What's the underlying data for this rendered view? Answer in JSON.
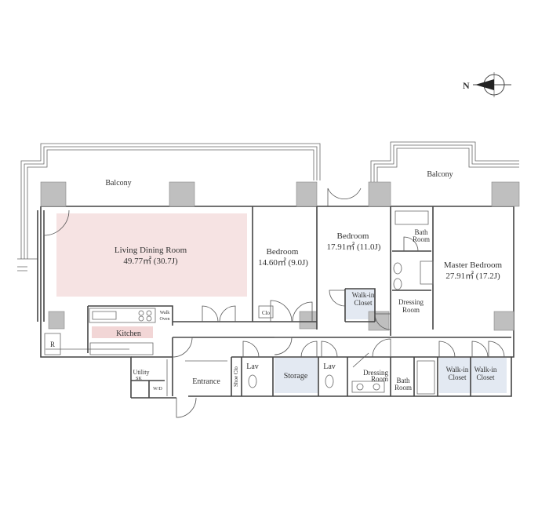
{
  "compass": {
    "letter": "N"
  },
  "colors": {
    "living_fill": "#f6e3e3",
    "kitchen_fill": "#f2d6d6",
    "closet_fill": "#e3e9f2",
    "column_fill": "#bfbfbf"
  },
  "rooms": {
    "balcony_left": "Balcony",
    "balcony_right": "Balcony",
    "living_name": "Living Dining Room",
    "living_area": "49.77㎡ (30.7J)",
    "bedroom1_name": "Bedroom",
    "bedroom1_area": "14.60㎡ (9.0J)",
    "bedroom2_name": "Bedroom",
    "bedroom2_area": "17.91㎡ (11.0J)",
    "master_name": "Master Bedroom",
    "master_area": "27.91㎡ (17.2J)",
    "bath_top_1": "Bath",
    "bath_top_2": "Room",
    "walkin_center_1": "Walk-in",
    "walkin_center_2": "Closet",
    "dressing_top_1": "Dressing",
    "dressing_top_2": "Room",
    "clo": "Clo",
    "walk_oven_1": "Walk",
    "walk_oven_2": "Oven",
    "kitchen": "Kitchen",
    "refrigerator": "R",
    "utility": "Utility",
    "sk": "SK",
    "wd": "W/D",
    "entrance": "Entrance",
    "shoe_clo": "Shoe Clo",
    "lav_left": "Lav",
    "storage": "Storage",
    "lav_right": "Lav",
    "dressing_bottom_1": "Dressing",
    "dressing_bottom_2": "Room",
    "bath_bottom_1": "Bath",
    "bath_bottom_2": "Room",
    "walkin_1a": "Walk-in",
    "walkin_1b": "Closet",
    "walkin_2a": "Walk-in",
    "walkin_2b": "Closet"
  }
}
